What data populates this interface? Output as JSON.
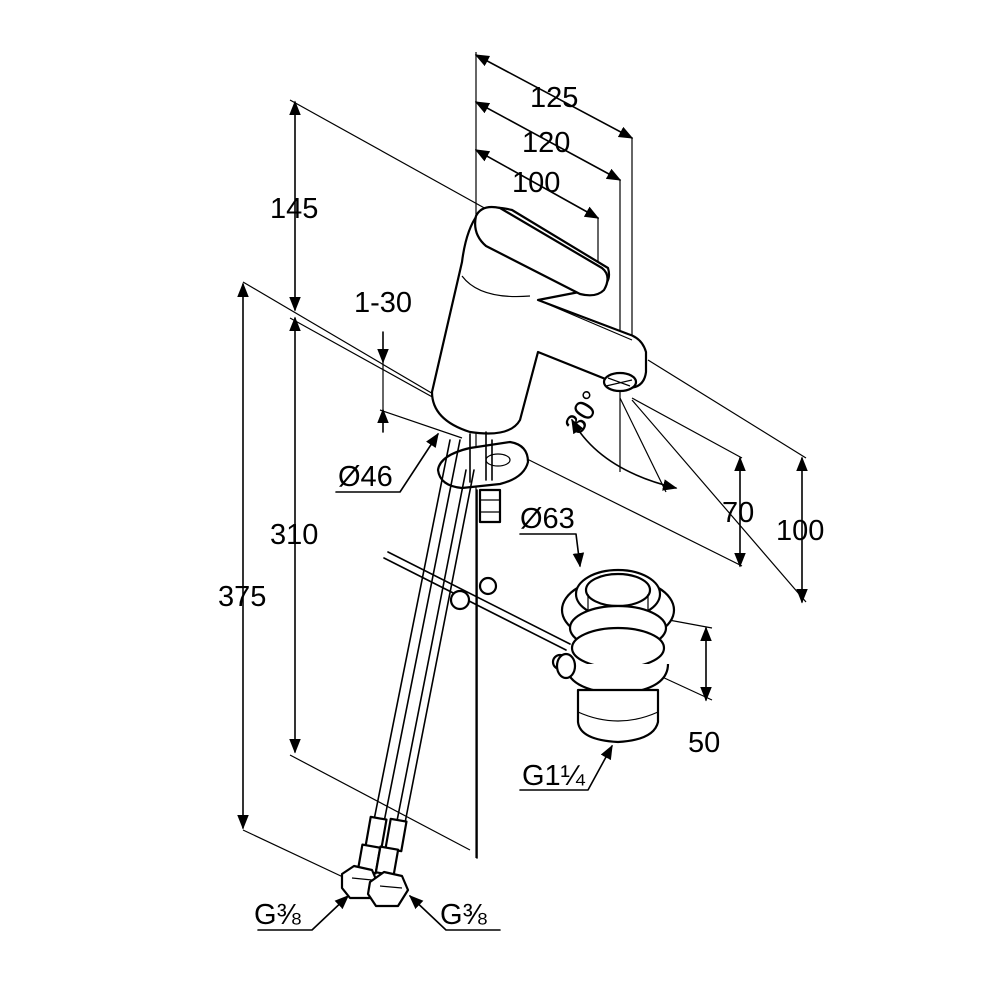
{
  "dimensions": {
    "overall_depth": "125",
    "spout_reach_120": "120",
    "spout_reach_100": "100",
    "body_height": "145",
    "deck_thickness": "1-30",
    "base_diameter": "Ø46",
    "hose_length": "310",
    "total_length": "375",
    "swivel_angle": "30°",
    "spout_height_70": "70",
    "spout_height_100": "100",
    "waste_diameter": "Ø63",
    "waste_height": "50",
    "waste_thread": "G1¼",
    "hose_thread_left": "G⅜",
    "hose_thread_right": "G⅜"
  }
}
